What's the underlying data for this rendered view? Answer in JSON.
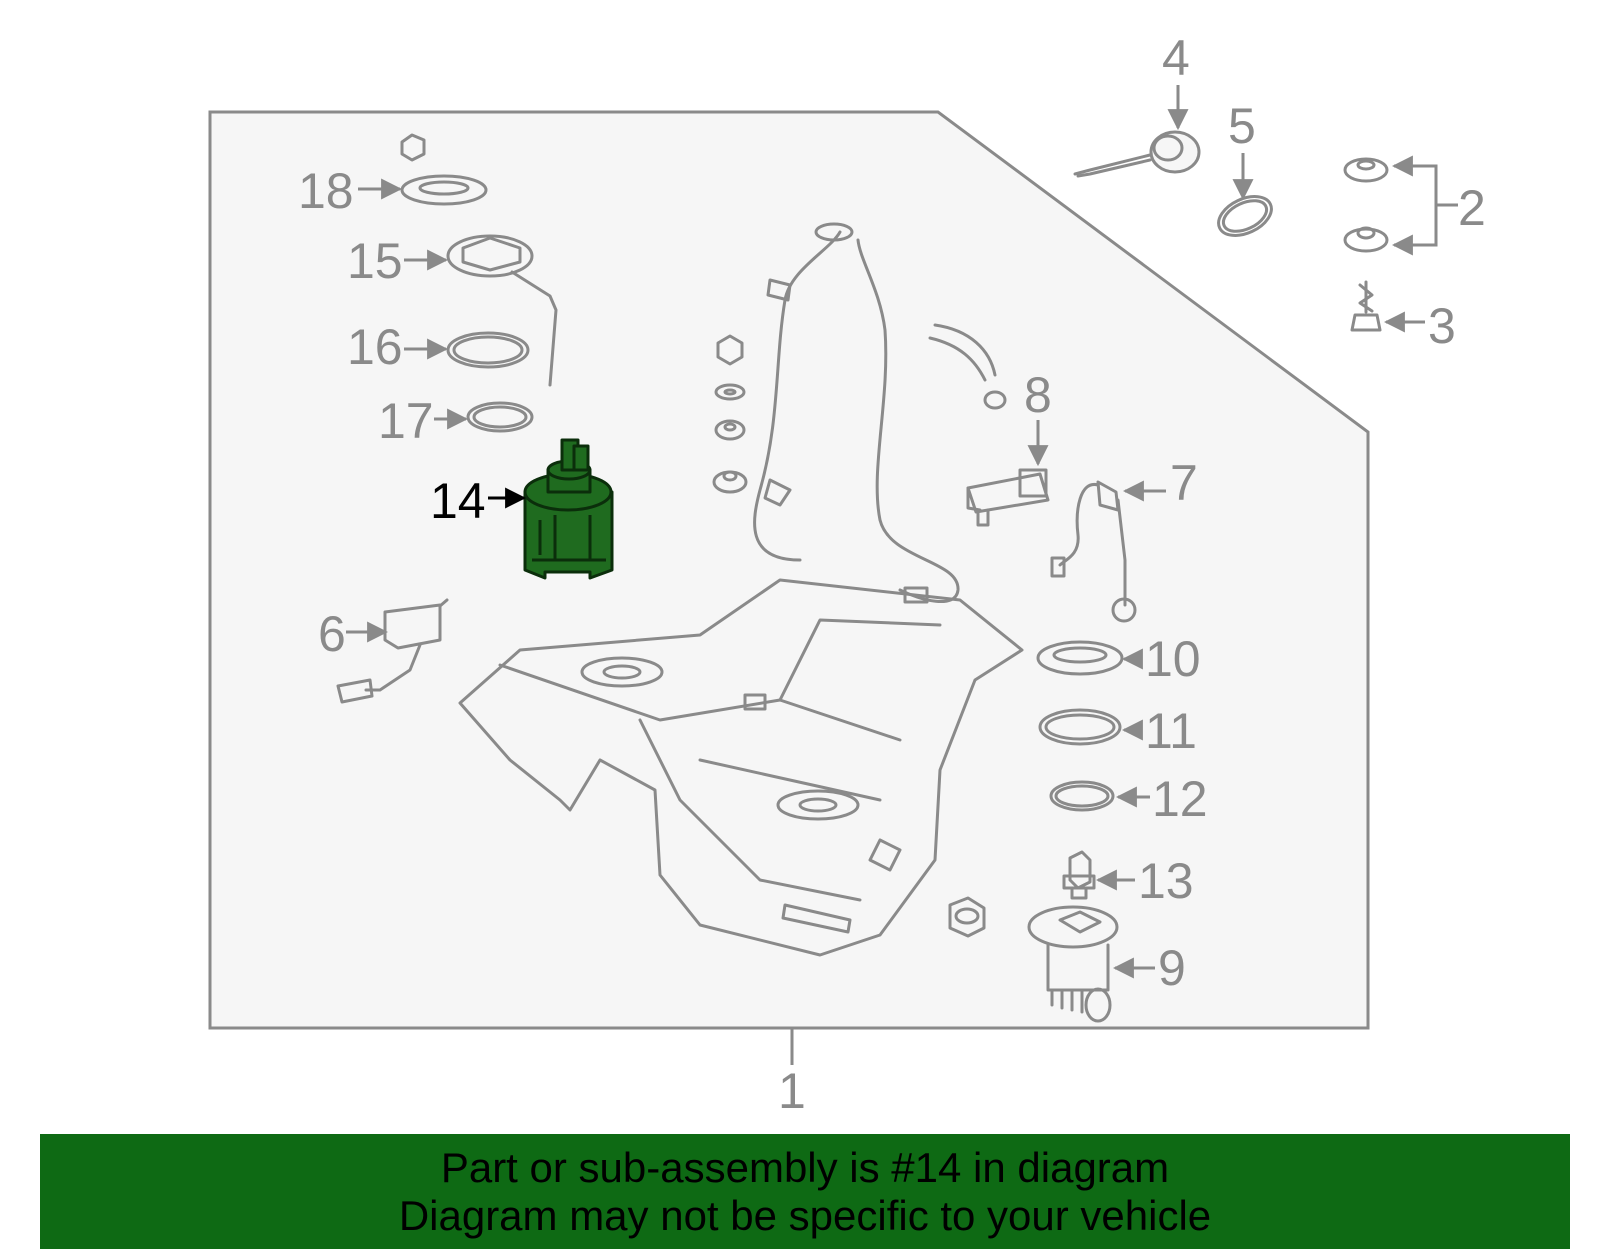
{
  "callouts": {
    "c1": "1",
    "c2": "2",
    "c3": "3",
    "c4": "4",
    "c5": "5",
    "c6": "6",
    "c7": "7",
    "c8": "8",
    "c9": "9",
    "c10": "10",
    "c11": "11",
    "c12": "12",
    "c13": "13",
    "c14": "14",
    "c15": "15",
    "c16": "16",
    "c17": "17",
    "c18": "18"
  },
  "highlighted_part": "14",
  "colors": {
    "highlight": "#1f6b1f",
    "banner": "#0e6a14",
    "lines": "#8a8a8a"
  },
  "banner": {
    "line1": "Part or sub-assembly is #14 in diagram",
    "line2": "Diagram may not be specific to your vehicle"
  }
}
